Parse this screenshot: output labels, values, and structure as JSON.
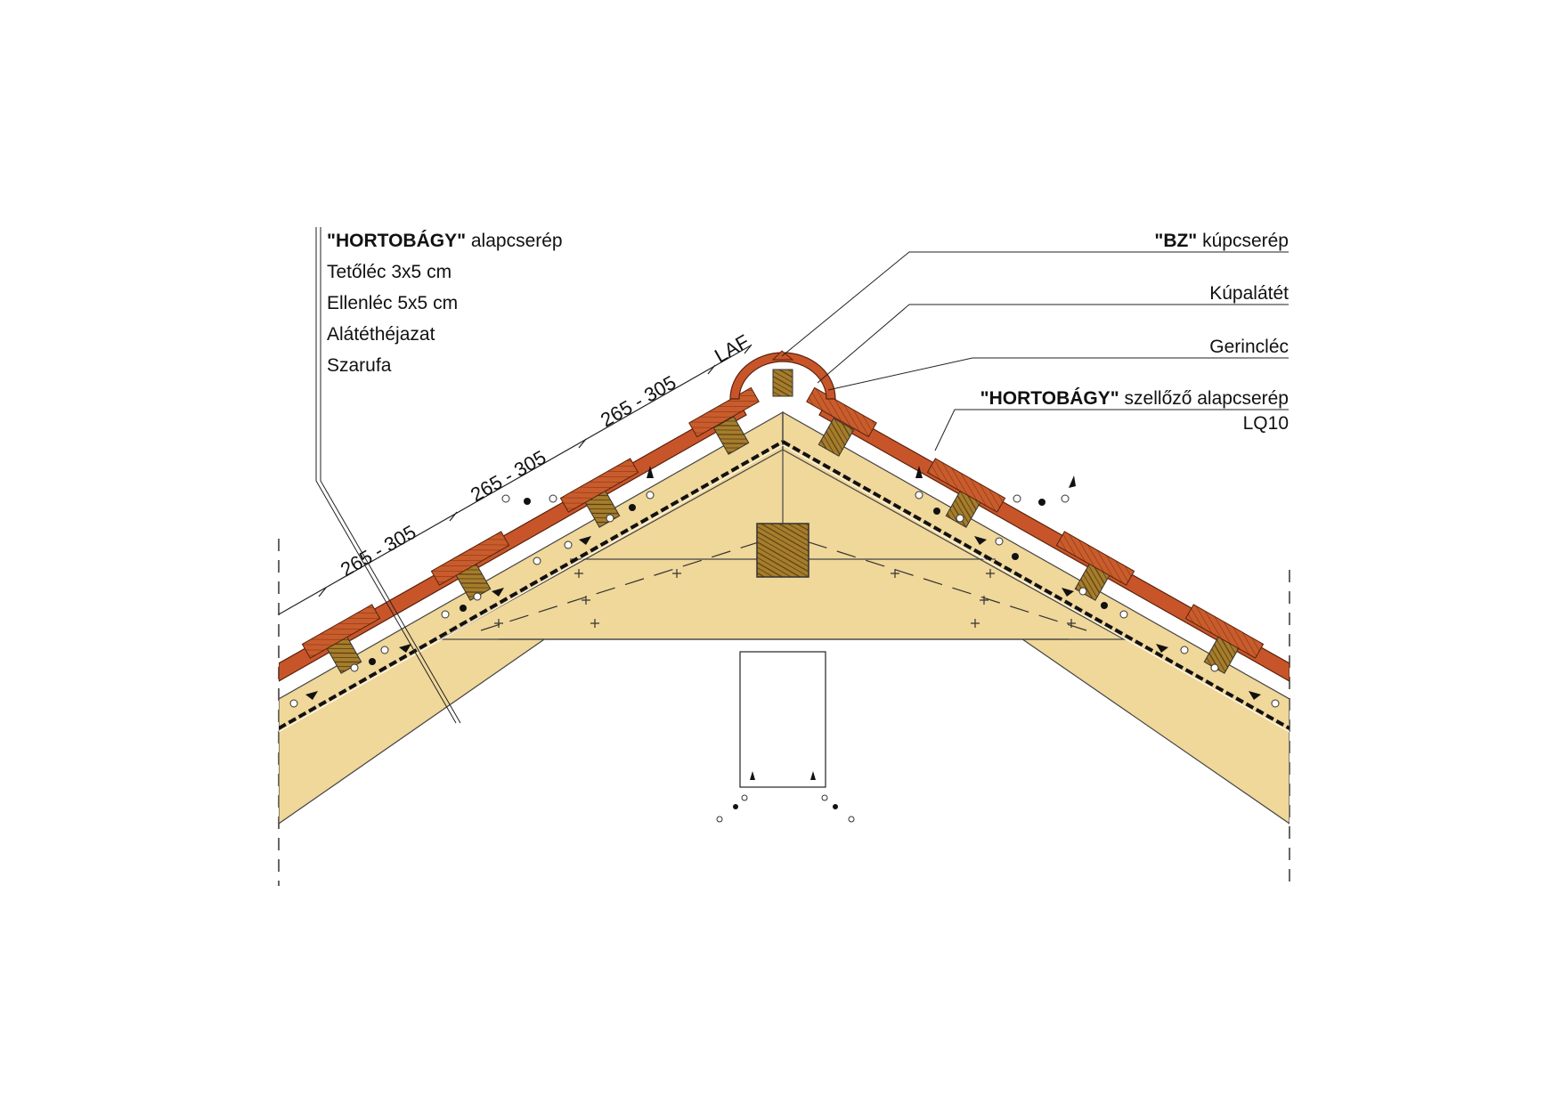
{
  "left_labels": {
    "base_tile_bold": "\"HORTOBÁGY\"",
    "base_tile_rest": " alapcserép",
    "batten": "Tetőléc 3x5 cm",
    "counter_batten": "Ellenléc 5x5 cm",
    "underlay": "Alátéthéjazat",
    "rafter": "Szarufa"
  },
  "right_labels": {
    "ridge_tile_bold": "\"BZ\"",
    "ridge_tile_rest": " kúpcserép",
    "ridge_underlay": "Kúpalátét",
    "ridge_batten": "Gerincléc",
    "vent_tile_bold": "\"HORTOBÁGY\"",
    "vent_tile_rest": " szellőző alapcserép",
    "vent_code": "LQ10"
  },
  "dimensions": {
    "spacing_1": "265 - 305",
    "spacing_2": "265 - 305",
    "spacing_3": "265 - 305",
    "top_gap": "LAF"
  },
  "colors": {
    "timber": "#f0d79a",
    "tile": "#c8552a",
    "tile_dark": "#8a3a1a",
    "batten": "#b08a3a",
    "ridge_beam": "#9b7424"
  }
}
